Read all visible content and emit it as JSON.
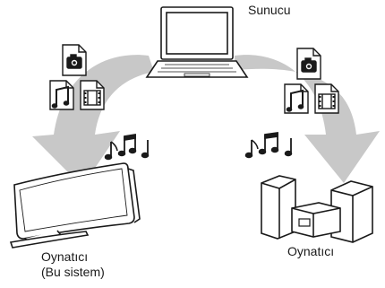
{
  "server": {
    "label": "Sunucu"
  },
  "player_left": {
    "line1": "Oynatıcı",
    "line2": "(Bu sistem)"
  },
  "player_right": {
    "label": "Oynatıcı"
  },
  "colors": {
    "arrow": "#c8c8c8",
    "stroke": "#1a1a1a",
    "icon_fill": "#ffffff"
  },
  "icons": [
    "laptop-icon",
    "photo-file-icon",
    "music-file-icon",
    "video-file-icon",
    "music-notes-icon",
    "soundbar-device-icon",
    "mini-stereo-icon"
  ]
}
